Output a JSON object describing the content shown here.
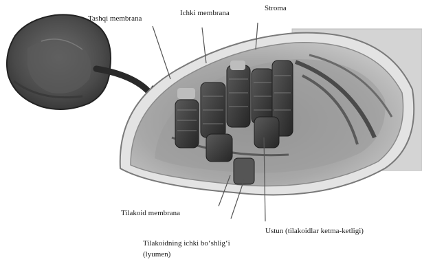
{
  "labels": {
    "outer_membrane": "Tashqi membrana",
    "inner_membrane": "Ichki membrana",
    "stroma": "Stroma",
    "thylakoid_membrane": "Tilakoid membrana",
    "column": "Ustun (tilakoidlar ketma-ketligi)",
    "lumen_line1": "Tilakoidning ichki bo‘shlig‘i",
    "lumen_line2": "(lyumen)"
  },
  "colors": {
    "outline": "#3a3a3a",
    "membrane": "#9a9a9a",
    "stroma": "#c8c8c8",
    "grana": "#3c3c3c",
    "background_panel": "#d6d6d6"
  }
}
